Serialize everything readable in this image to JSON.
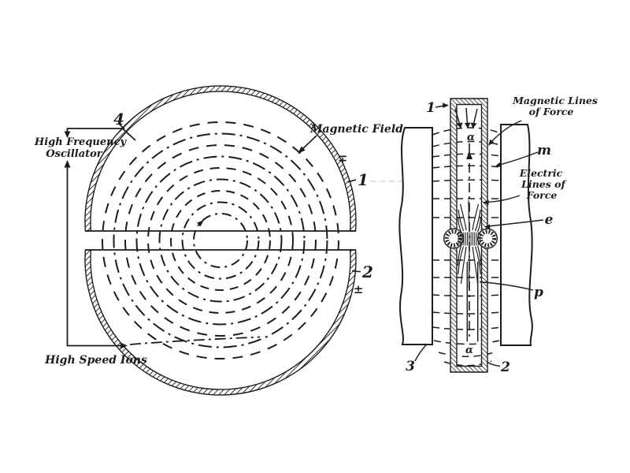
{
  "meta": {
    "ink_color": "#1c1c1c",
    "paper_color": "#ffffff",
    "description": "Patent-style line drawing of a cyclotron: plan view of dees with spiral ion path (left) and sectional view through magnet poles (right)"
  },
  "left_figure": {
    "oscillator_line1": "High Frequency",
    "oscillator_line2": "Oscillator",
    "high_speed_ions": "High Speed Ions",
    "magnetic_field": "Magnetic Field",
    "ref4": "4",
    "ref1": "1",
    "ref2": "2",
    "polarity_top": "∓",
    "polarity_bottom": "±"
  },
  "right_figure": {
    "magnetic_lines_1": "Magnetic Lines",
    "magnetic_lines_2": "of Force",
    "electric_lines_1": "Electric",
    "electric_lines_2": "Lines of",
    "electric_lines_3": "Force",
    "ref1": "1",
    "ref2": "2",
    "ref3": "3",
    "ref_m": "m",
    "ref_e": "e",
    "ref_p": "p",
    "alpha_top": "α",
    "alpha_bottom": "α"
  }
}
